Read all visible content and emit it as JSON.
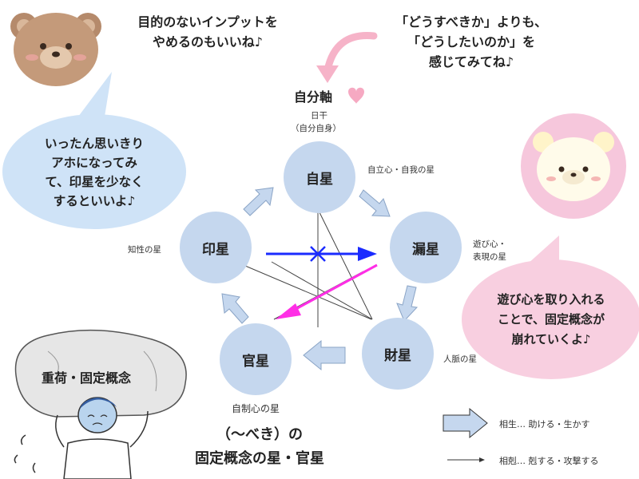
{
  "top_left_caption": [
    "目的のないインプットを",
    "やめるのもいいね♪"
  ],
  "top_right_caption": [
    "「どうすべきか」よりも、",
    "「どうしたいのか」を",
    "感じてみてね♪"
  ],
  "axis": {
    "title": "自分軸",
    "sub1": "日干",
    "sub2": "（自分自身）"
  },
  "stars": {
    "self": {
      "name": "自星",
      "desc": "自立心・自我の星"
    },
    "leak": {
      "name": "漏星",
      "desc1": "遊び心・",
      "desc2": "表現の星"
    },
    "wealth": {
      "name": "財星",
      "desc": "人脈の星"
    },
    "official": {
      "name": "官星",
      "desc": "自制心の星"
    },
    "seal": {
      "name": "印星",
      "desc": "知性の星"
    }
  },
  "left_bubble": [
    "いったん思いきり",
    "アホになってみ",
    "て、印星を少なく",
    "するといいよ♪"
  ],
  "right_bubble": [
    "遊び心を取り入れる",
    "ことで、固定概念が",
    "崩れていくよ♪"
  ],
  "rock_label": "重荷・固定概念",
  "bottom_caption": [
    "（〜べき）の",
    "固定概念の星・官星"
  ],
  "legend": {
    "generate": "相生… 助ける・生かす",
    "overcome": "相剋… 剋する・攻撃する"
  },
  "colors": {
    "circle": "#c5d7ee",
    "arrow_fill": "#c5d7ee",
    "blue_arrow": "#1a2bff",
    "magenta_arrow": "#ff2ee6",
    "left_bubble": "#cfe3f7",
    "right_bubble": "#f8cfe0",
    "heart": "#f6a9c2"
  },
  "icons": [
    "bear-face-icon",
    "white-bear-face-icon",
    "heart-icon",
    "person-carrying-rock-icon"
  ]
}
